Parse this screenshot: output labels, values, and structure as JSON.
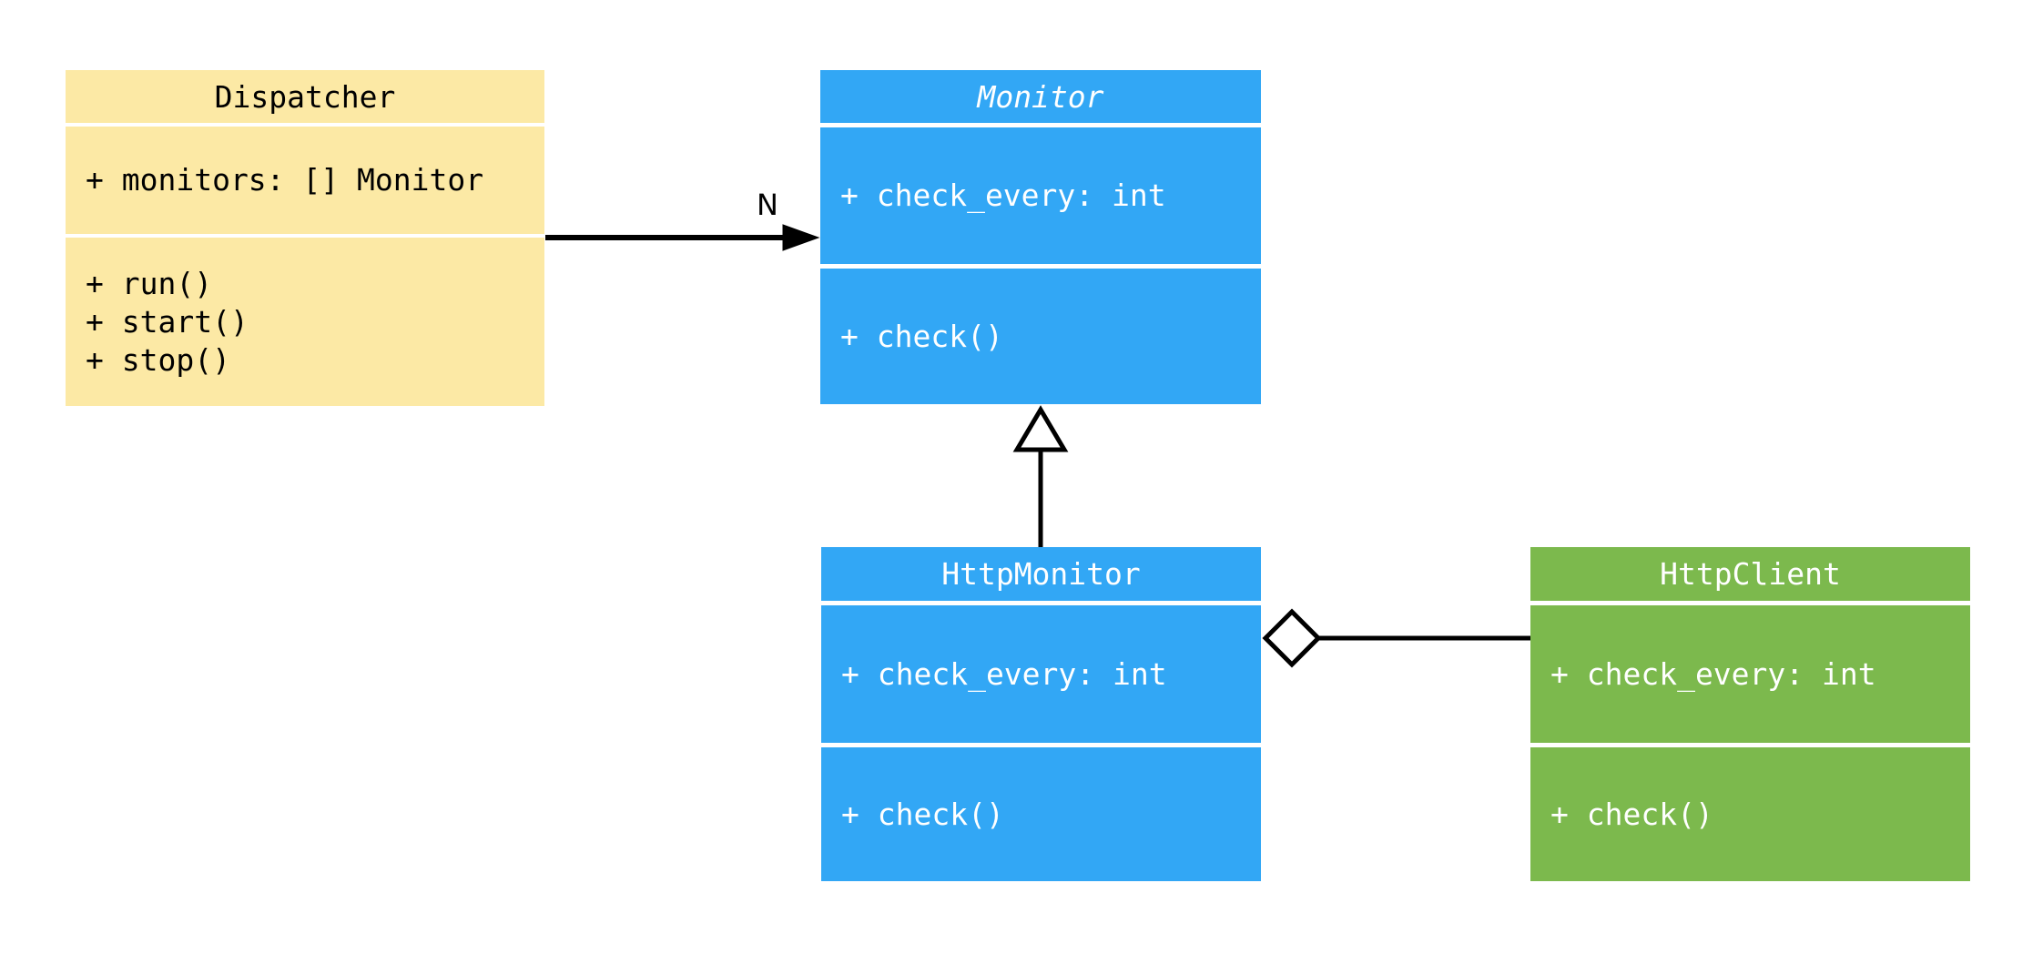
{
  "diagram": {
    "background": "#FFFFFF",
    "line_color": "#000000",
    "classes": [
      {
        "name": "Dispatcher",
        "abstract": false,
        "fill": "#FCE9A5",
        "text_color": "#000000",
        "attributes": [
          "+ monitors: [] Monitor"
        ],
        "methods": [
          "+ run()",
          "+ start()",
          "+ stop()"
        ]
      },
      {
        "name": "Monitor",
        "abstract": true,
        "fill": "#32A7F5",
        "text_color": "#FFFFFF",
        "attributes": [
          "+ check_every: int"
        ],
        "methods": [
          "+ check()"
        ]
      },
      {
        "name": "HttpMonitor",
        "abstract": false,
        "fill": "#32A7F5",
        "text_color": "#FFFFFF",
        "attributes": [
          "+ check_every: int"
        ],
        "methods": [
          "+ check()"
        ]
      },
      {
        "name": "HttpClient",
        "abstract": false,
        "fill": "#7CB94D",
        "text_color": "#FFFFFF",
        "attributes": [
          "+ check_every: int"
        ],
        "methods": [
          "+ check()"
        ]
      }
    ],
    "relations": [
      {
        "type": "association",
        "from": "Dispatcher",
        "to": "Monitor",
        "label": "N"
      },
      {
        "type": "inheritance",
        "from": "HttpMonitor",
        "to": "Monitor",
        "label": ""
      },
      {
        "type": "aggregation",
        "from": "HttpMonitor",
        "to": "HttpClient",
        "label": ""
      }
    ]
  }
}
